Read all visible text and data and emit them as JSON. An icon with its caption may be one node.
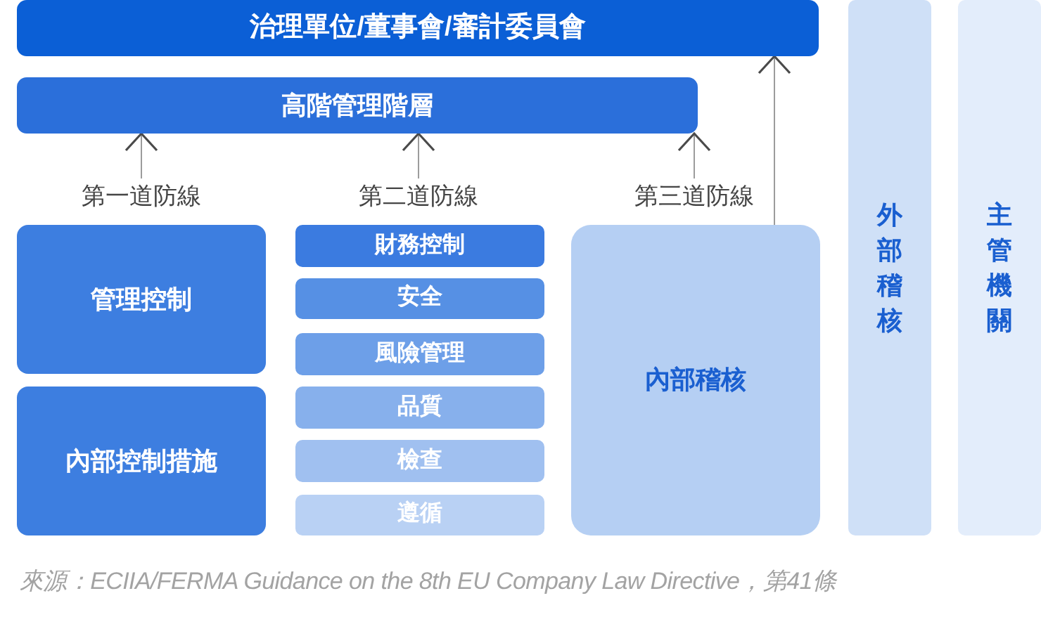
{
  "diagram": {
    "caption": "來源：ECIIA/FERMA Guidance on the 8th EU Company Law Directive，第41條",
    "nodes": [
      {
        "text": [
          "治理單位/董事會/審計委員會"
        ]
      },
      {
        "text": [
          "高階管理階層"
        ]
      },
      {
        "text": [
          "第一道防線"
        ]
      },
      {
        "text": [
          "第二道防線"
        ]
      },
      {
        "text": [
          "第三道防線"
        ]
      },
      {
        "text": [
          "管理控制"
        ]
      },
      {
        "text": [
          "內部控制措施"
        ]
      },
      {
        "text": [
          "財務控制"
        ]
      },
      {
        "text": [
          "安全"
        ]
      },
      {
        "text": [
          "風險管理"
        ]
      },
      {
        "text": [
          "品質"
        ]
      },
      {
        "text": [
          "檢查"
        ]
      },
      {
        "text": [
          "遵循"
        ]
      },
      {
        "text": [
          "內部稽核"
        ]
      },
      {
        "text": [
          "外部稽核"
        ]
      },
      {
        "text": [
          "主管機關"
        ]
      }
    ],
    "edges": [
      {
        "from": 2,
        "to": 1,
        "arrow": "to"
      },
      {
        "from": 3,
        "to": 1,
        "arrow": "to"
      },
      {
        "from": 4,
        "to": 1,
        "arrow": "to"
      },
      {
        "from": 13,
        "to": 0,
        "arrow": "to"
      }
    ]
  }
}
